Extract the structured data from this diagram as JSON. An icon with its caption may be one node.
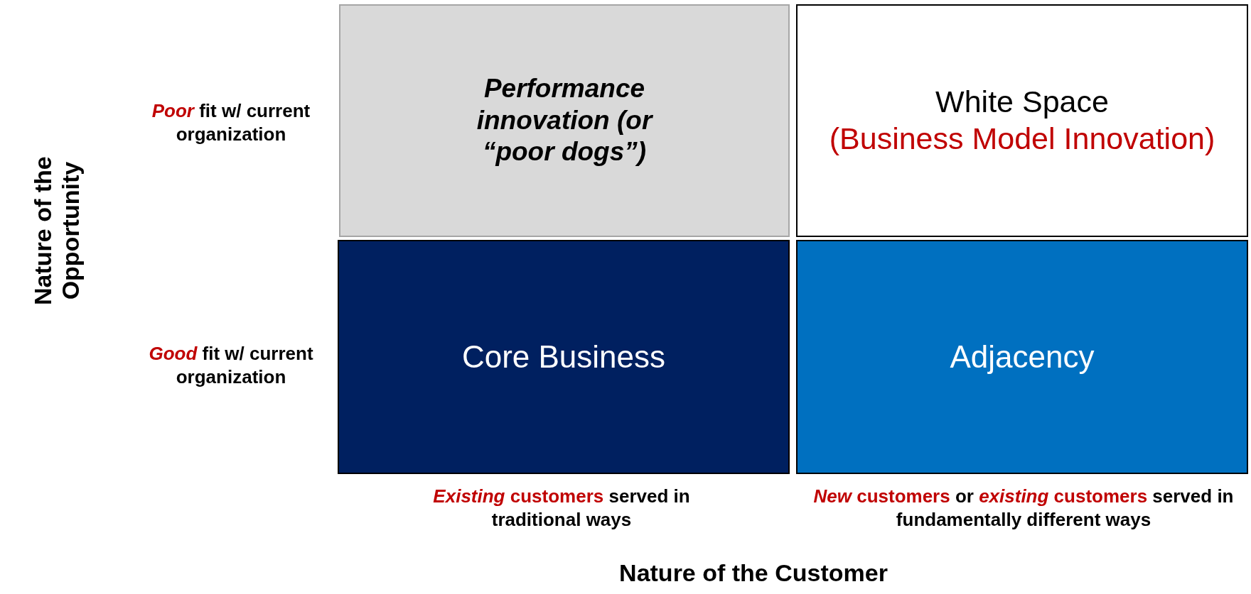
{
  "diagram": {
    "nodes": [
      {
        "text": [
          "Performance innovation (or “poor dogs”)"
        ]
      },
      {
        "text": [
          "White Space",
          "(Business Model Innovation)"
        ]
      },
      {
        "text": [
          "Core Business"
        ]
      },
      {
        "text": [
          "Adjacency"
        ]
      }
    ],
    "labels": [
      "Nature of the Opportunity",
      "*Poor* fit w/ current organization",
      "*Good* fit w/ current organization",
      "*Existing* **customers** served in traditional ways",
      "*New* **customers** or *existing* **customers** served in fundamentally different ways",
      "Nature of the Customer"
    ]
  }
}
